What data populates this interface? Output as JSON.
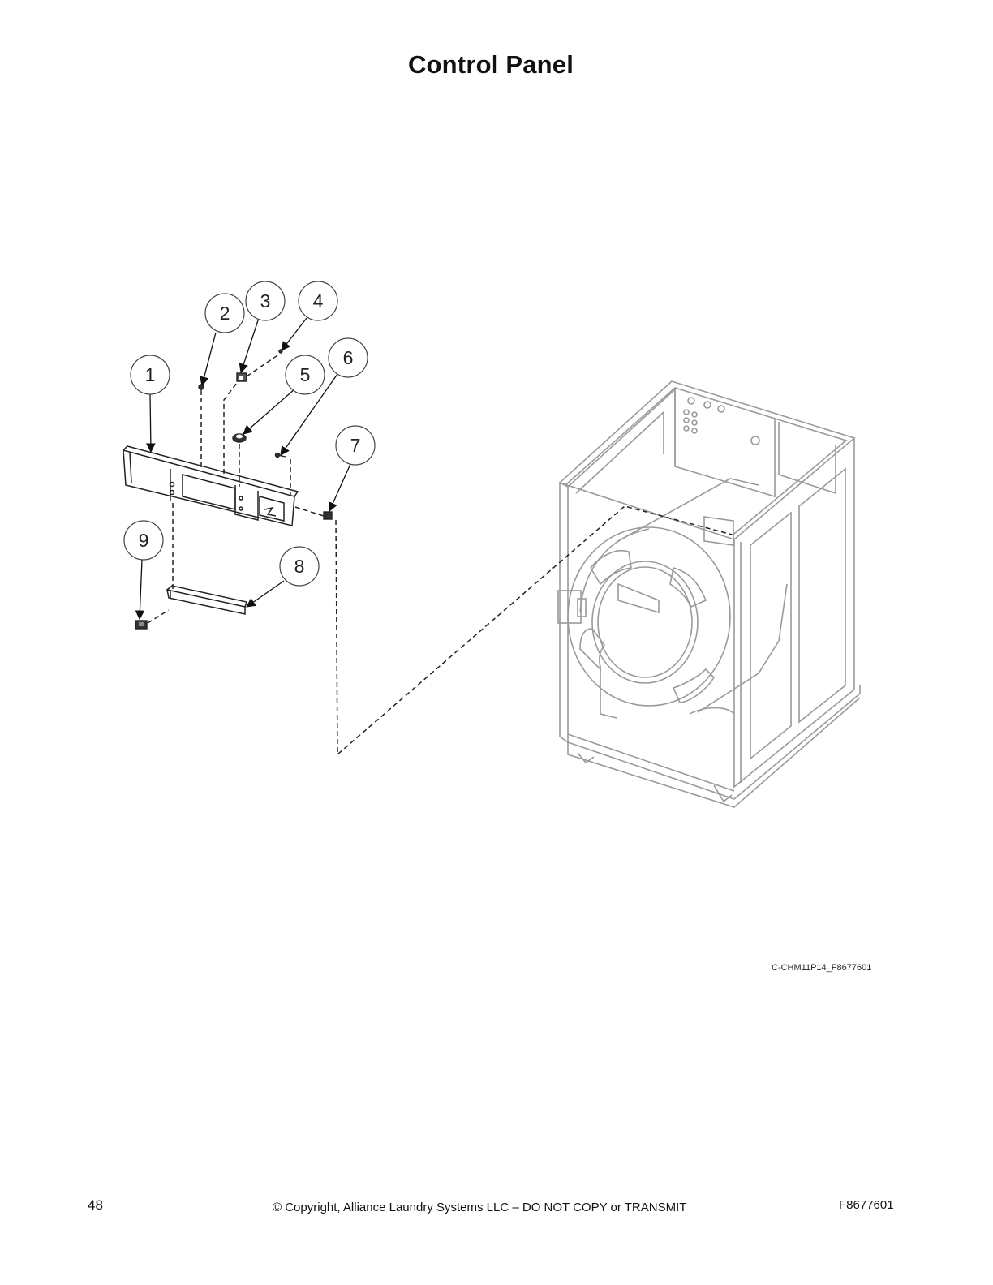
{
  "page": {
    "title": "Control Panel",
    "figure_code": "C-CHM11P14_F8677601",
    "footer": {
      "page_number": "48",
      "copyright": "© Copyright, Alliance Laundry Systems LLC – DO NOT COPY or TRANSMIT",
      "doc_number": "F8677601"
    }
  },
  "callouts": [
    {
      "label": "1"
    },
    {
      "label": "2"
    },
    {
      "label": "3"
    },
    {
      "label": "4"
    },
    {
      "label": "5"
    },
    {
      "label": "6"
    },
    {
      "label": "7"
    },
    {
      "label": "8"
    },
    {
      "label": "9"
    }
  ]
}
